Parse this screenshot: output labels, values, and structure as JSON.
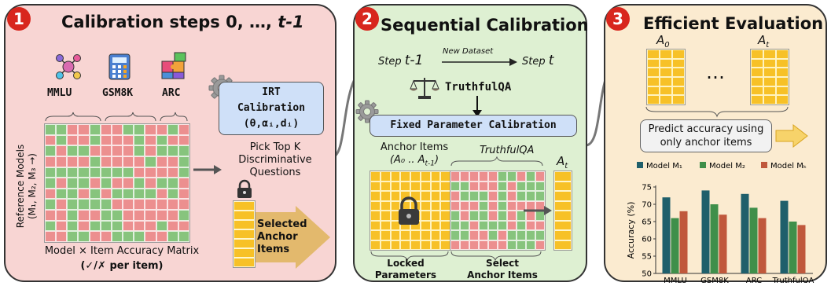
{
  "panel1": {
    "number": "1",
    "title_plain": "Calibration steps  0, …, ",
    "title_italic": "t-1",
    "datasets": [
      "MMLU",
      "GSM8K",
      "ARC"
    ],
    "irt_line1": "IRT",
    "irt_line2": "Calibration",
    "irt_line3": "(θ,αᵢ,dᵢ)",
    "pick_text": "Pick Top K Discriminative Questions",
    "selected_line1": "Selected",
    "selected_line2": "Anchor",
    "selected_line3": "Items",
    "y_axis_line1": "Reference Models",
    "y_axis_line2": "(M₁, M₂, M₃ →)",
    "matrix_caption1": "Model × Item Accuracy Matrix",
    "matrix_caption2": "(✓/✗ per item)"
  },
  "panel2": {
    "number": "2",
    "title": "Sequential Calibration",
    "step_from_word": "Step ",
    "step_from_var": "t-1",
    "new_dataset": "New Dataset",
    "step_to_word": "Step ",
    "step_to_var": "t",
    "dataset_name": "TruthfulQA",
    "fixed_calibration": "Fixed Parameter Calibration",
    "anchor_items_line1": "Anchor Items",
    "anchor_items_line2": "(A₀ .. A",
    "anchor_items_sub": "t-1",
    "anchor_items_close": ")",
    "truthful_label": "TruthfulQA",
    "at_label": "A",
    "at_sub": "t",
    "locked_line1": "Locked",
    "locked_line2": "Parameters",
    "select_line1": "Select",
    "select_line2": "Anchor Items"
  },
  "panel3": {
    "number": "3",
    "title": "Efficient Evaluation",
    "a0_label": "A",
    "a0_sub": "0",
    "at_label": "A",
    "at_sub": "t",
    "ellipsis": "…",
    "predict_line1": "Predict accuracy using",
    "predict_line2": "only anchor items"
  },
  "chart_data": {
    "type": "bar",
    "categories": [
      "MMLU",
      "GSM8K",
      "ARC",
      "TruthfulQA"
    ],
    "series": [
      {
        "name": "Model M₁",
        "values": [
          72,
          74,
          73,
          71
        ]
      },
      {
        "name": "Model M₂",
        "values": [
          66,
          70,
          69,
          65
        ]
      },
      {
        "name": "Model Mₖ",
        "values": [
          68,
          67,
          66,
          64
        ]
      }
    ],
    "ylabel": "Accuracy (%)",
    "ylim": [
      50,
      75
    ],
    "yticks": [
      "50",
      "55",
      "60",
      "65",
      "70",
      "75"
    ],
    "grid": false,
    "legend_position": "top",
    "colors": [
      "#1f5f6b",
      "#3f8f4a",
      "#c0583c"
    ]
  },
  "colors": {
    "badge": "#d8261d",
    "panel1_bg": "#f8d5d3",
    "panel2_bg": "#def0d2",
    "panel3_bg": "#fbebd0",
    "correct_cell": "#87c47d",
    "wrong_cell": "#ec8f8f",
    "anchor_cell": "#f7c127",
    "calibration_box": "#cfe0f8"
  }
}
